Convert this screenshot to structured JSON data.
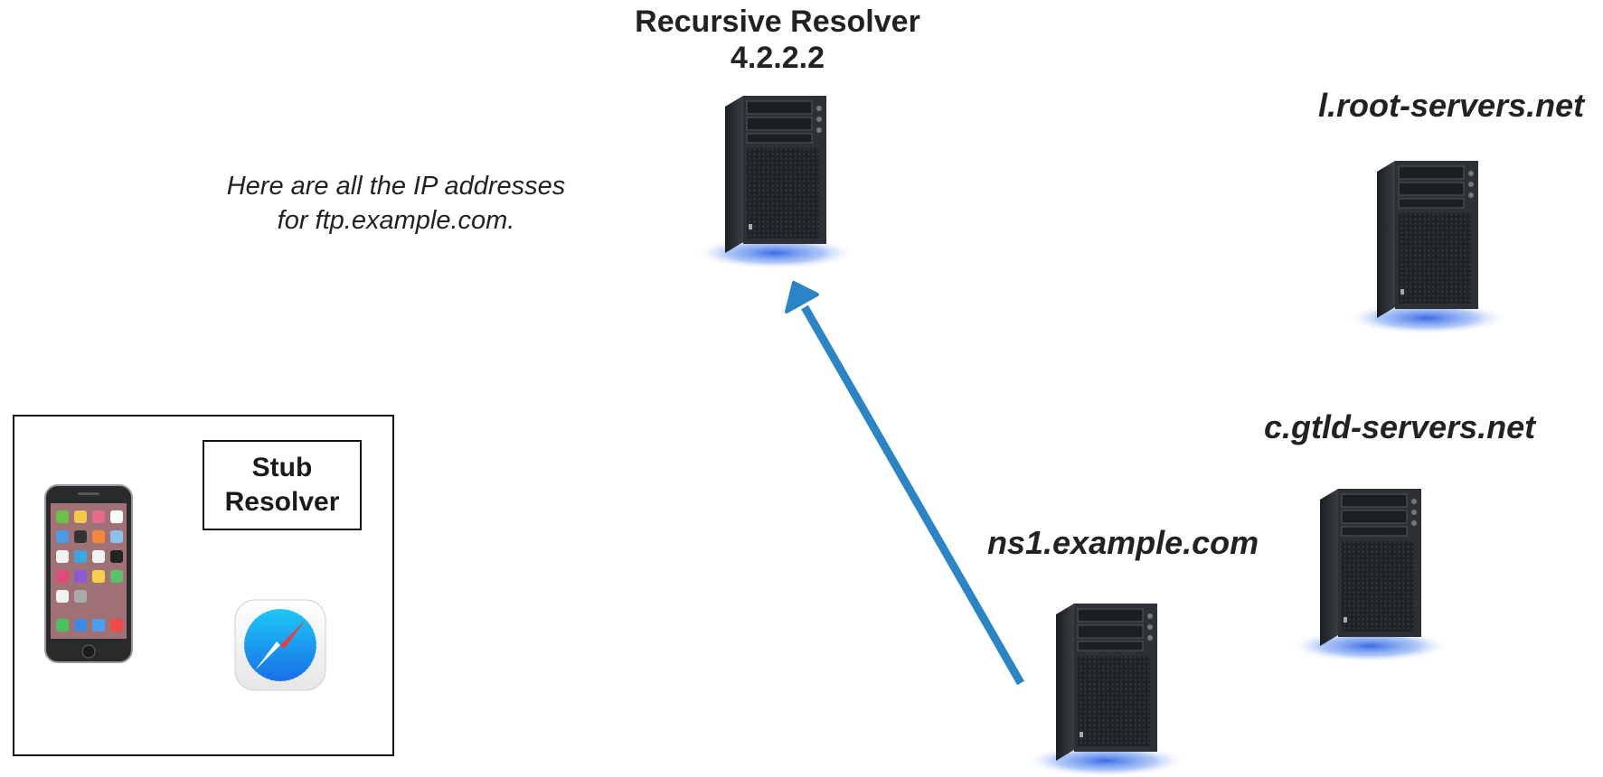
{
  "resolver": {
    "name": "Recursive Resolver",
    "ip": "4.2.2.2"
  },
  "servers": {
    "root": "l.root-servers.net",
    "gtld": "c.gtld-servers.net",
    "authoritative": "ns1.example.com"
  },
  "message": {
    "line1": "Here are all the IP addresses",
    "line2": "for ftp.example.com."
  },
  "client": {
    "stub_label_line1": "Stub",
    "stub_label_line2": "Resolver",
    "device_icon": "smartphone-icon",
    "browser_icon": "safari-compass-icon"
  },
  "colors": {
    "arrow": "#2a84c6",
    "server_body": "#2b2f33",
    "server_glow": "#3a6fe0"
  }
}
